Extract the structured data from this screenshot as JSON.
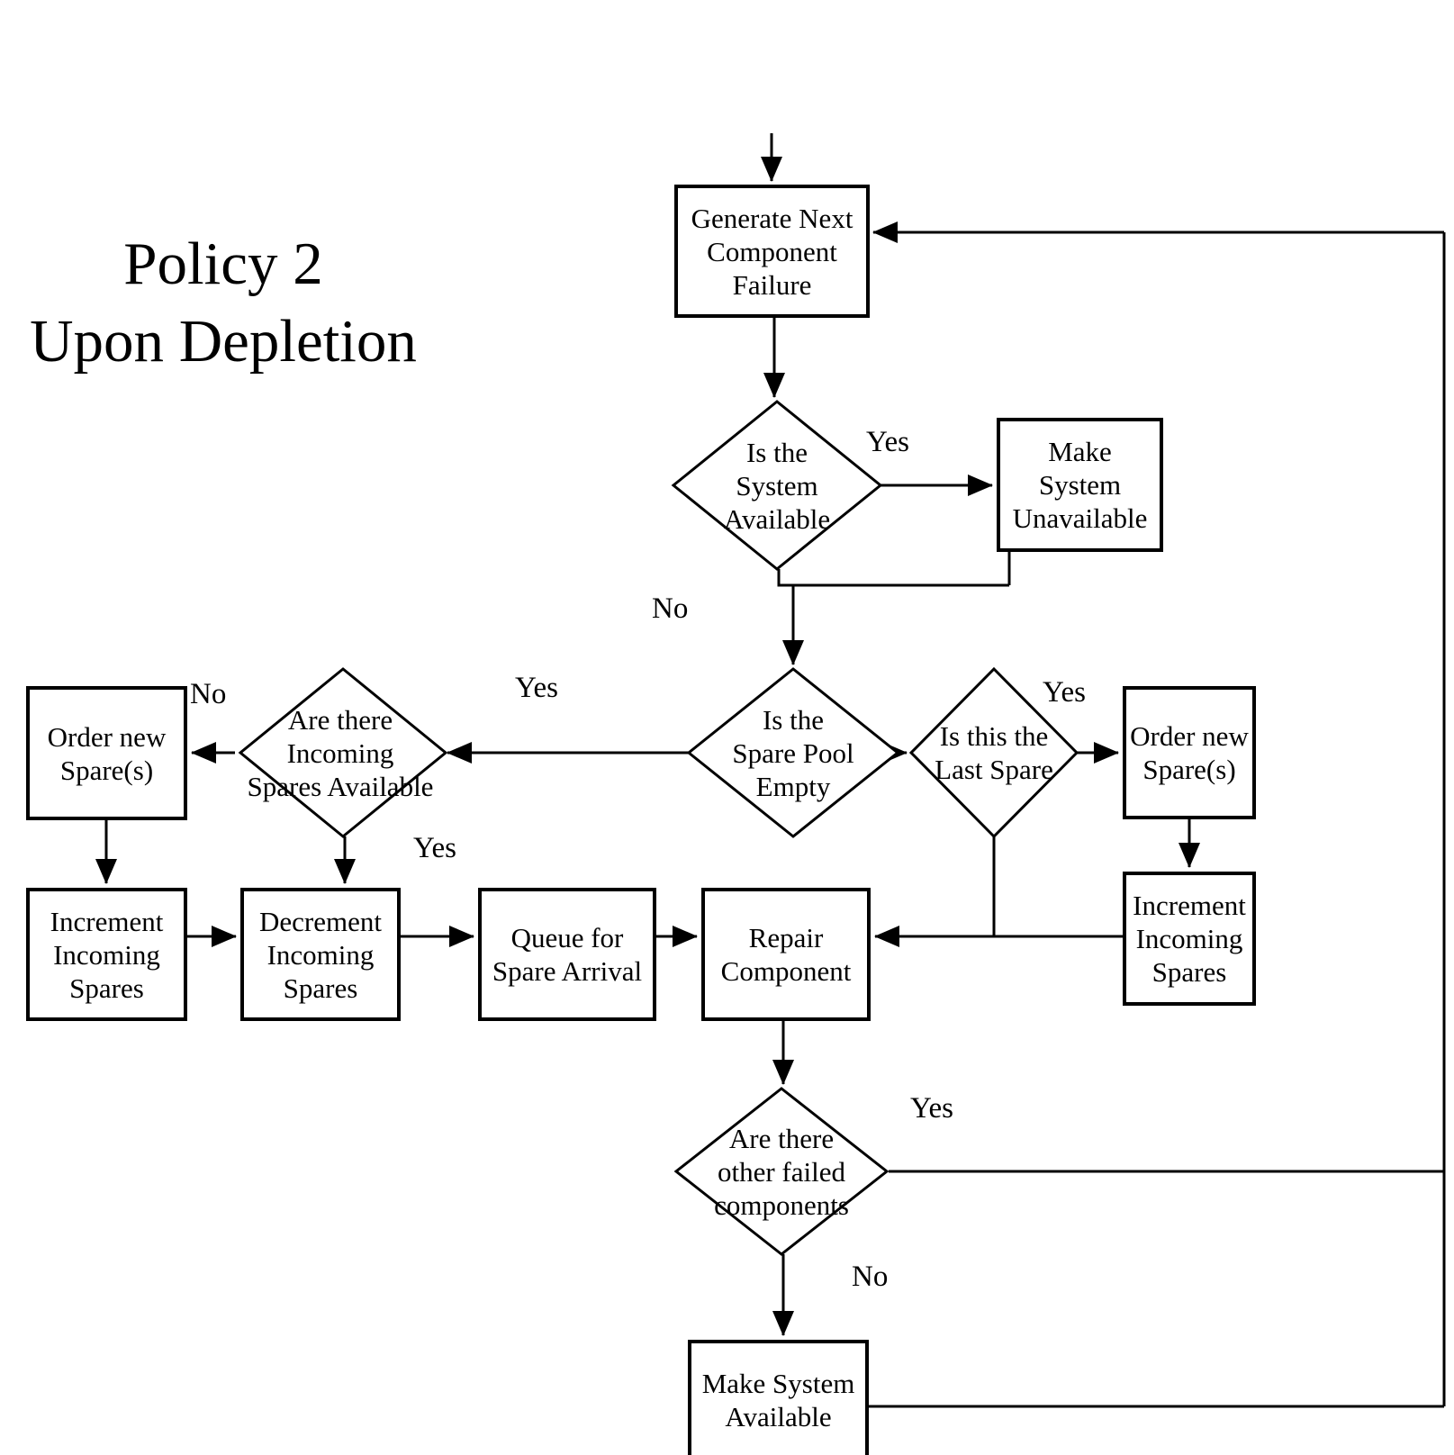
{
  "title": "Policy 2\nUpon Depletion",
  "nodes": {
    "generate_next_component_failure": {
      "type": "process",
      "label": "Generate Next\nComponent\nFailure"
    },
    "is_system_available": {
      "type": "decision",
      "label": "Is the\nSystem\nAvailable"
    },
    "make_system_unavailable": {
      "type": "process",
      "label": "Make\nSystem\nUnavailable"
    },
    "is_spare_pool_empty": {
      "type": "decision",
      "label": "Is the\nSpare Pool\nEmpty"
    },
    "are_there_incoming_spares_available": {
      "type": "decision",
      "label": "Are there\nIncoming\nSpares Available"
    },
    "order_new_spares_left": {
      "type": "process",
      "label": "Order new\nSpare(s)"
    },
    "increment_incoming_spares_left": {
      "type": "process",
      "label": "Increment\nIncoming\nSpares"
    },
    "decrement_incoming_spares": {
      "type": "process",
      "label": "Decrement\nIncoming\nSpares"
    },
    "queue_for_spare_arrival": {
      "type": "process",
      "label": "Queue for\nSpare Arrival"
    },
    "repair_component": {
      "type": "process",
      "label": "Repair\nComponent"
    },
    "is_this_the_last_spare": {
      "type": "decision",
      "label": "Is this the\nLast Spare"
    },
    "order_new_spares_right": {
      "type": "process",
      "label": "Order new\nSpare(s)"
    },
    "increment_incoming_spares_right": {
      "type": "process",
      "label": "Increment\nIncoming\nSpares"
    },
    "are_there_other_failed_components": {
      "type": "decision",
      "label": "Are there\nother failed\ncomponents"
    },
    "make_system_available": {
      "type": "process",
      "label": "Make System\nAvailable"
    }
  },
  "edges": [
    {
      "from": "start",
      "to": "generate_next_component_failure",
      "label": ""
    },
    {
      "from": "generate_next_component_failure",
      "to": "is_system_available",
      "label": ""
    },
    {
      "from": "is_system_available",
      "to": "make_system_unavailable",
      "label": "Yes"
    },
    {
      "from": "is_system_available",
      "to": "is_spare_pool_empty",
      "label": "No"
    },
    {
      "from": "make_system_unavailable",
      "to": "is_spare_pool_empty",
      "label": ""
    },
    {
      "from": "is_spare_pool_empty",
      "to": "are_there_incoming_spares_available",
      "label": "Yes"
    },
    {
      "from": "is_spare_pool_empty",
      "to": "is_this_the_last_spare",
      "label": ""
    },
    {
      "from": "are_there_incoming_spares_available",
      "to": "order_new_spares_left",
      "label": "No"
    },
    {
      "from": "are_there_incoming_spares_available",
      "to": "decrement_incoming_spares",
      "label": "Yes"
    },
    {
      "from": "order_new_spares_left",
      "to": "increment_incoming_spares_left",
      "label": ""
    },
    {
      "from": "increment_incoming_spares_left",
      "to": "decrement_incoming_spares",
      "label": ""
    },
    {
      "from": "decrement_incoming_spares",
      "to": "queue_for_spare_arrival",
      "label": ""
    },
    {
      "from": "queue_for_spare_arrival",
      "to": "repair_component",
      "label": ""
    },
    {
      "from": "is_this_the_last_spare",
      "to": "order_new_spares_right",
      "label": "Yes"
    },
    {
      "from": "is_this_the_last_spare",
      "to": "repair_component",
      "label": ""
    },
    {
      "from": "order_new_spares_right",
      "to": "increment_incoming_spares_right",
      "label": ""
    },
    {
      "from": "increment_incoming_spares_right",
      "to": "repair_component",
      "label": ""
    },
    {
      "from": "repair_component",
      "to": "are_there_other_failed_components",
      "label": ""
    },
    {
      "from": "are_there_other_failed_components",
      "to": "generate_next_component_failure",
      "label": "Yes"
    },
    {
      "from": "are_there_other_failed_components",
      "to": "make_system_available",
      "label": "No"
    },
    {
      "from": "make_system_available",
      "to": "generate_next_component_failure",
      "label": ""
    }
  ],
  "colors": {
    "ink": "#000000",
    "background": "#ffffff"
  }
}
